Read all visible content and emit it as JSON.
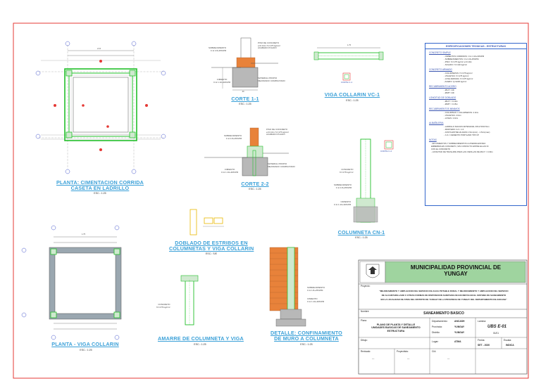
{
  "colors": {
    "border": "#e53935",
    "title": "#3aa0d8",
    "green": "#22c02a",
    "concrete": "#b8b8b8",
    "brick": "#e8823a",
    "spec_border": "#3366cc",
    "logo_green": "#9fd49f"
  },
  "views": {
    "plan_foundation": {
      "title": "PLANTA: CIMENTACION CORRIDA\nCASETA EN LADRILLO",
      "scale": "ESC.: 1:25"
    },
    "corte11": {
      "title": "CORTE 1-1",
      "scale": "ESC.: 1:25"
    },
    "viga_vc1": {
      "title": "VIGA COLLARIN VC-1",
      "scale": "ESC.: 1:25"
    },
    "corte22": {
      "title": "CORTE 2-2",
      "scale": "ESC.: 1:25"
    },
    "columneta": {
      "title": "COLUMNETA CN-1",
      "scale": "ESC.: 1:25"
    },
    "doblado": {
      "title": "DOBLADO DE ESTRIBOS EN\nCOLUMNETAS Y VIGA COLLARIN",
      "scale": "ESC.: S/E"
    },
    "plan_collar": {
      "title": "PLANTA - VIGA COLLARIN",
      "scale": "ESC.: 1:25"
    },
    "amarre": {
      "title": "AMARRE DE COLUMNETA Y VIGA",
      "scale": "ESC.: 1:25"
    },
    "detalle": {
      "title": "DETALLE: CONFINAMIENTO\nDE MURO A COLUMNETA",
      "scale": "ESC.: 1:25"
    }
  },
  "annotations": {
    "sobrecimiento": "SOBRECIMIENTO\nC:H 1:8+25%PM",
    "piso": "PISO DE CONCRETO\ne=0.10m f'c=175 kg/cm²\nACABADO PULIDO",
    "cimiento": "CIMIENTO\nC:H 1:10+30%PM",
    "material": "MATERIAL PROPIO\nMEJORADO COMPACTADO",
    "concreto_vc": "CONCRETO\nf'c=175 kg/cm²",
    "dim_215": "2.15",
    "dim_175": "1.75",
    "dim_040": ".40",
    "corte_c1": "CORTE C-1",
    "corte_c2": "CORTE C-2"
  },
  "specs": {
    "heading": "ESPECIFICACIONES TECNICAS - ESTRUCTURAS",
    "sections": [
      {
        "name": "CONCRETO SIMPLE",
        "items": [
          "- CIMIENTOS CORRIDOS: C:H 1:10+30%PM",
          "- SOBRECIMIENTOS: C:H 1:8+25%PM",
          "- PISO: f'c=175 kg/cm² e=0.10m",
          "- SOLADO: f'c=140 kg/cm²"
        ]
      },
      {
        "name": "CONCRETO ARMADO",
        "items": [
          "- COLUMNETAS: f'c=175 kg/cm²",
          "- VIGUETAS: f'c=175 kg/cm²",
          "- LOSA ARMADA: f'c=175 kg/cm²",
          "- ACERO: fy=4200 kg/cm²"
        ]
      },
      {
        "name": "RECUBRIMIENTO ACERO",
        "items": [
          "- Ø1/4\" =4D",
          "- Ø3/8\" =4D"
        ]
      },
      {
        "name": "LONGITUD DE DOBLADO",
        "items": [
          "- Ø1/4\" = 0.10m",
          "- Ø3/8\" = 0.15m"
        ]
      },
      {
        "name": "RECUBRIMIENTOS MINIMOS",
        "items": [
          "- COLUMNAS Y COLUMNETAS: 2.0cm",
          "- VIGUETAS: 2.0cm",
          "- LOSAS: 2.0cm"
        ]
      },
      {
        "name": "ALBAÑILERIA",
        "items": [
          "- LADRILLO MACIZO ARTESANAL 9X12.5X23.5cm",
          "- MORTERO C:A = 1:4",
          "- JUNTA ENTRE HILADAS 1.5cm(min) - 1.5cm(max)",
          "- C:A = CEMENTO PORTLAND TIPO IP"
        ]
      }
    ],
    "notes_heading": "NOTAS",
    "notes": [
      "- EN CIMIENTOS Y SOBRECIMIENTOS LA PIEDRA ESTARA",
      "  EMBEBIDA EN CONCRETO, SIN CONTACTO ENTRE ELLAS NI",
      "  CON EL CONCRETO",
      "- LONGITUD DE TRASLAPE PARA LAS VARILLAS DE Ø1/4\" = 0.30m"
    ]
  },
  "title_block": {
    "entity": "MUNICIPALIDAD PROVINCIAL DE\nYUNGAY",
    "project_label": "Proyecto:",
    "project_text": "\"MEJORAMIENTO Y AMPLIACION DEL SERVICIO DE AGUA POTABLE RURAL Y MEJORAMIENTO Y AMPLIACION DEL SERVICIO\nDE ALCANTARILLADO U OTRAS FORMAS DE DISPOSICION SANITARIA DE EXCRETAS EN EL SISTEMA DE SANEAMIENTO\nEN LA LOCALIDAD DE ATMA DEL DISTRITO DE YUNGAY DE LA PROVINCIA DE YUNGAY DEL DEPARTAMENTO DE ANCASH\"",
    "sheet_name_label": "Nombre:",
    "sheet_name": "SANEAMIENTO BASICO",
    "plano_label": "Plano:",
    "plano_text": "PLANO DE PLANTA Y DETALLE\nUNIDADES BASICAS DE SANEAMIENTO\nESTRUCTURA",
    "dept_label": "Departamento:",
    "dept": "ANCASH",
    "prov_label": "Provincia:",
    "prov": "YUNGAY",
    "dist_label": "Distrito:",
    "dist": "YUNGAY",
    "lugar_label": "Lugar:",
    "lugar": "ATMA",
    "lamina_label": "Lamina:",
    "lamina": "UBS E-01",
    "lamina_sub": "01/01",
    "fecha_label": "Fecha:",
    "fecha": "SET - 2020",
    "escala_label": "Escala:",
    "escala": "INDICA",
    "dibujo_label": "Dibujo:",
    "revisado_label": "Revisado:",
    "revisado": "---",
    "proyectista_label": "Proyectista:",
    "proyectista": "---",
    "cia_label": "CIA:",
    "cia": "---"
  }
}
